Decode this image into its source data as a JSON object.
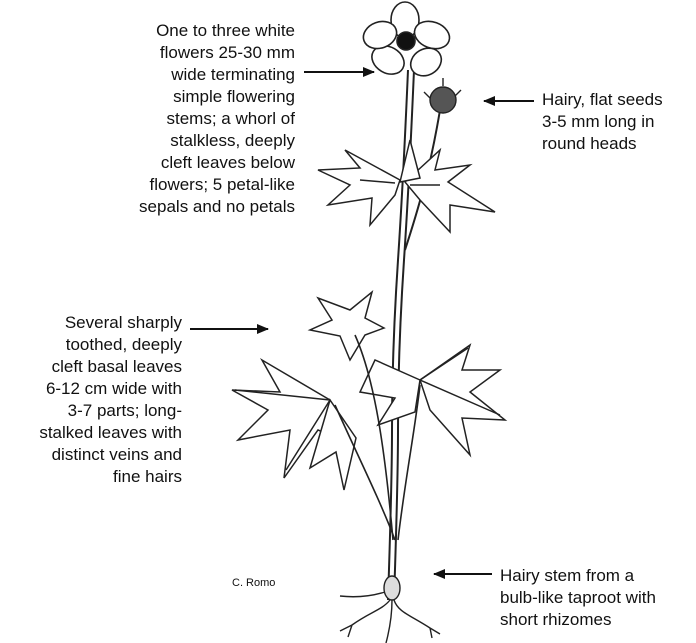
{
  "annotations": {
    "flowers": "One to three white\nflowers 25-30 mm\nwide terminating\nsimple flowering\nstems; a whorl of\nstalkless, deeply\ncleft leaves below\nflowers; 5 petal-like\nsepals and no petals",
    "seeds": "Hairy, flat seeds\n3-5 mm long in\nround heads",
    "basal_leaves": "Several sharply\ntoothed, deeply\ncleft basal leaves\n6-12 cm wide with\n3-7 parts; long-\nstalked leaves with\ndistinct veins and\nfine hairs",
    "stem": "Hairy stem from a\nbulb-like taproot with\nshort rhizomes"
  },
  "credit": "C. Romo",
  "colors": {
    "ink": "#111111",
    "background": "#ffffff"
  }
}
